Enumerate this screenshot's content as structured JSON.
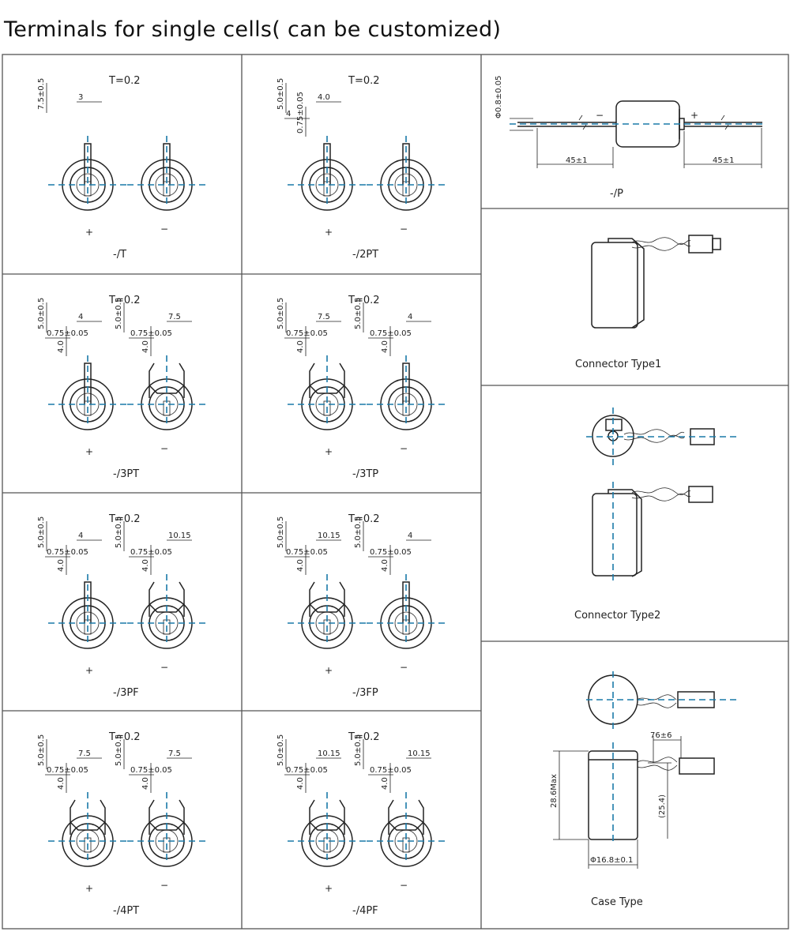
{
  "title": "Terminals for single cells( can be customized)",
  "cells": [
    {
      "id": "t",
      "caption": "-/T",
      "thickness": "T=0.2",
      "left_sign": "+",
      "right_sign": "−",
      "dims": [
        "7.5±0.5",
        "3"
      ]
    },
    {
      "id": "2pt",
      "caption": "-/2PT",
      "thickness": "T=0.2",
      "left_sign": "+",
      "right_sign": "−",
      "dims": [
        "5.0±0.5",
        "4.0",
        "4",
        "0.75±0.05"
      ]
    },
    {
      "id": "3pt",
      "caption": "-/3PT",
      "thickness": "T=0.2",
      "left_sign": "+",
      "right_sign": "−",
      "dims": [
        "5.0±0.5",
        "4",
        "0.75±0.05",
        "4.0",
        "5.0±0.5",
        "7.5",
        "0.75±0.05",
        "4.0"
      ]
    },
    {
      "id": "3tp",
      "caption": "-/3TP",
      "thickness": "T=0.2",
      "left_sign": "+",
      "right_sign": "−",
      "dims": [
        "5.0±0.5",
        "7.5",
        "0.75±0.05",
        "4.0",
        "5.0±0.5",
        "4",
        "0.75±0.05",
        "4.0"
      ]
    },
    {
      "id": "3pf",
      "caption": "-/3PF",
      "thickness": "T=0.2",
      "left_sign": "+",
      "right_sign": "−",
      "dims": [
        "5.0±0.5",
        "4",
        "0.75±0.05",
        "4.0",
        "5.0±0.5",
        "10.15",
        "0.75±0.05",
        "4.0"
      ]
    },
    {
      "id": "3fp",
      "caption": "-/3FP",
      "thickness": "T=0.2",
      "left_sign": "+",
      "right_sign": "−",
      "dims": [
        "5.0±0.5",
        "10.15",
        "0.75±0.05",
        "4.0",
        "5.0±0.5",
        "4",
        "0.75±0.05",
        "4.0"
      ]
    },
    {
      "id": "4pt",
      "caption": "-/4PT",
      "thickness": "T=0.2",
      "left_sign": "+",
      "right_sign": "−",
      "dims": [
        "5.0±0.5",
        "7.5",
        "0.75±0.05",
        "4.0",
        "5.0±0.5",
        "7.5",
        "0.75±0.05",
        "4.0"
      ]
    },
    {
      "id": "4pf",
      "caption": "-/4PF",
      "thickness": "T=0.2",
      "left_sign": "+",
      "right_sign": "−",
      "dims": [
        "5.0±0.5",
        "10.15",
        "0.75±0.05",
        "4.0",
        "5.0±0.5",
        "10.15",
        "0.75±0.05",
        "4.0"
      ]
    }
  ],
  "right_panels": {
    "p": {
      "caption": "-/P",
      "dia": "Φ0.8±0.05",
      "neg": "−",
      "pos": "+",
      "lead_left": "45±1",
      "lead_right": "45±1"
    },
    "connector1": {
      "caption": "Connector Type1"
    },
    "connector2": {
      "caption": "Connector Type2"
    },
    "case": {
      "caption": "Case  Type",
      "height": "28.6Max",
      "wire": "76±6",
      "lead_h": "(25.4)",
      "dia": "Φ16.8±0.1"
    }
  },
  "colors": {
    "centerline": "#1a7aa8",
    "line": "#222222",
    "grid": "#555555"
  }
}
